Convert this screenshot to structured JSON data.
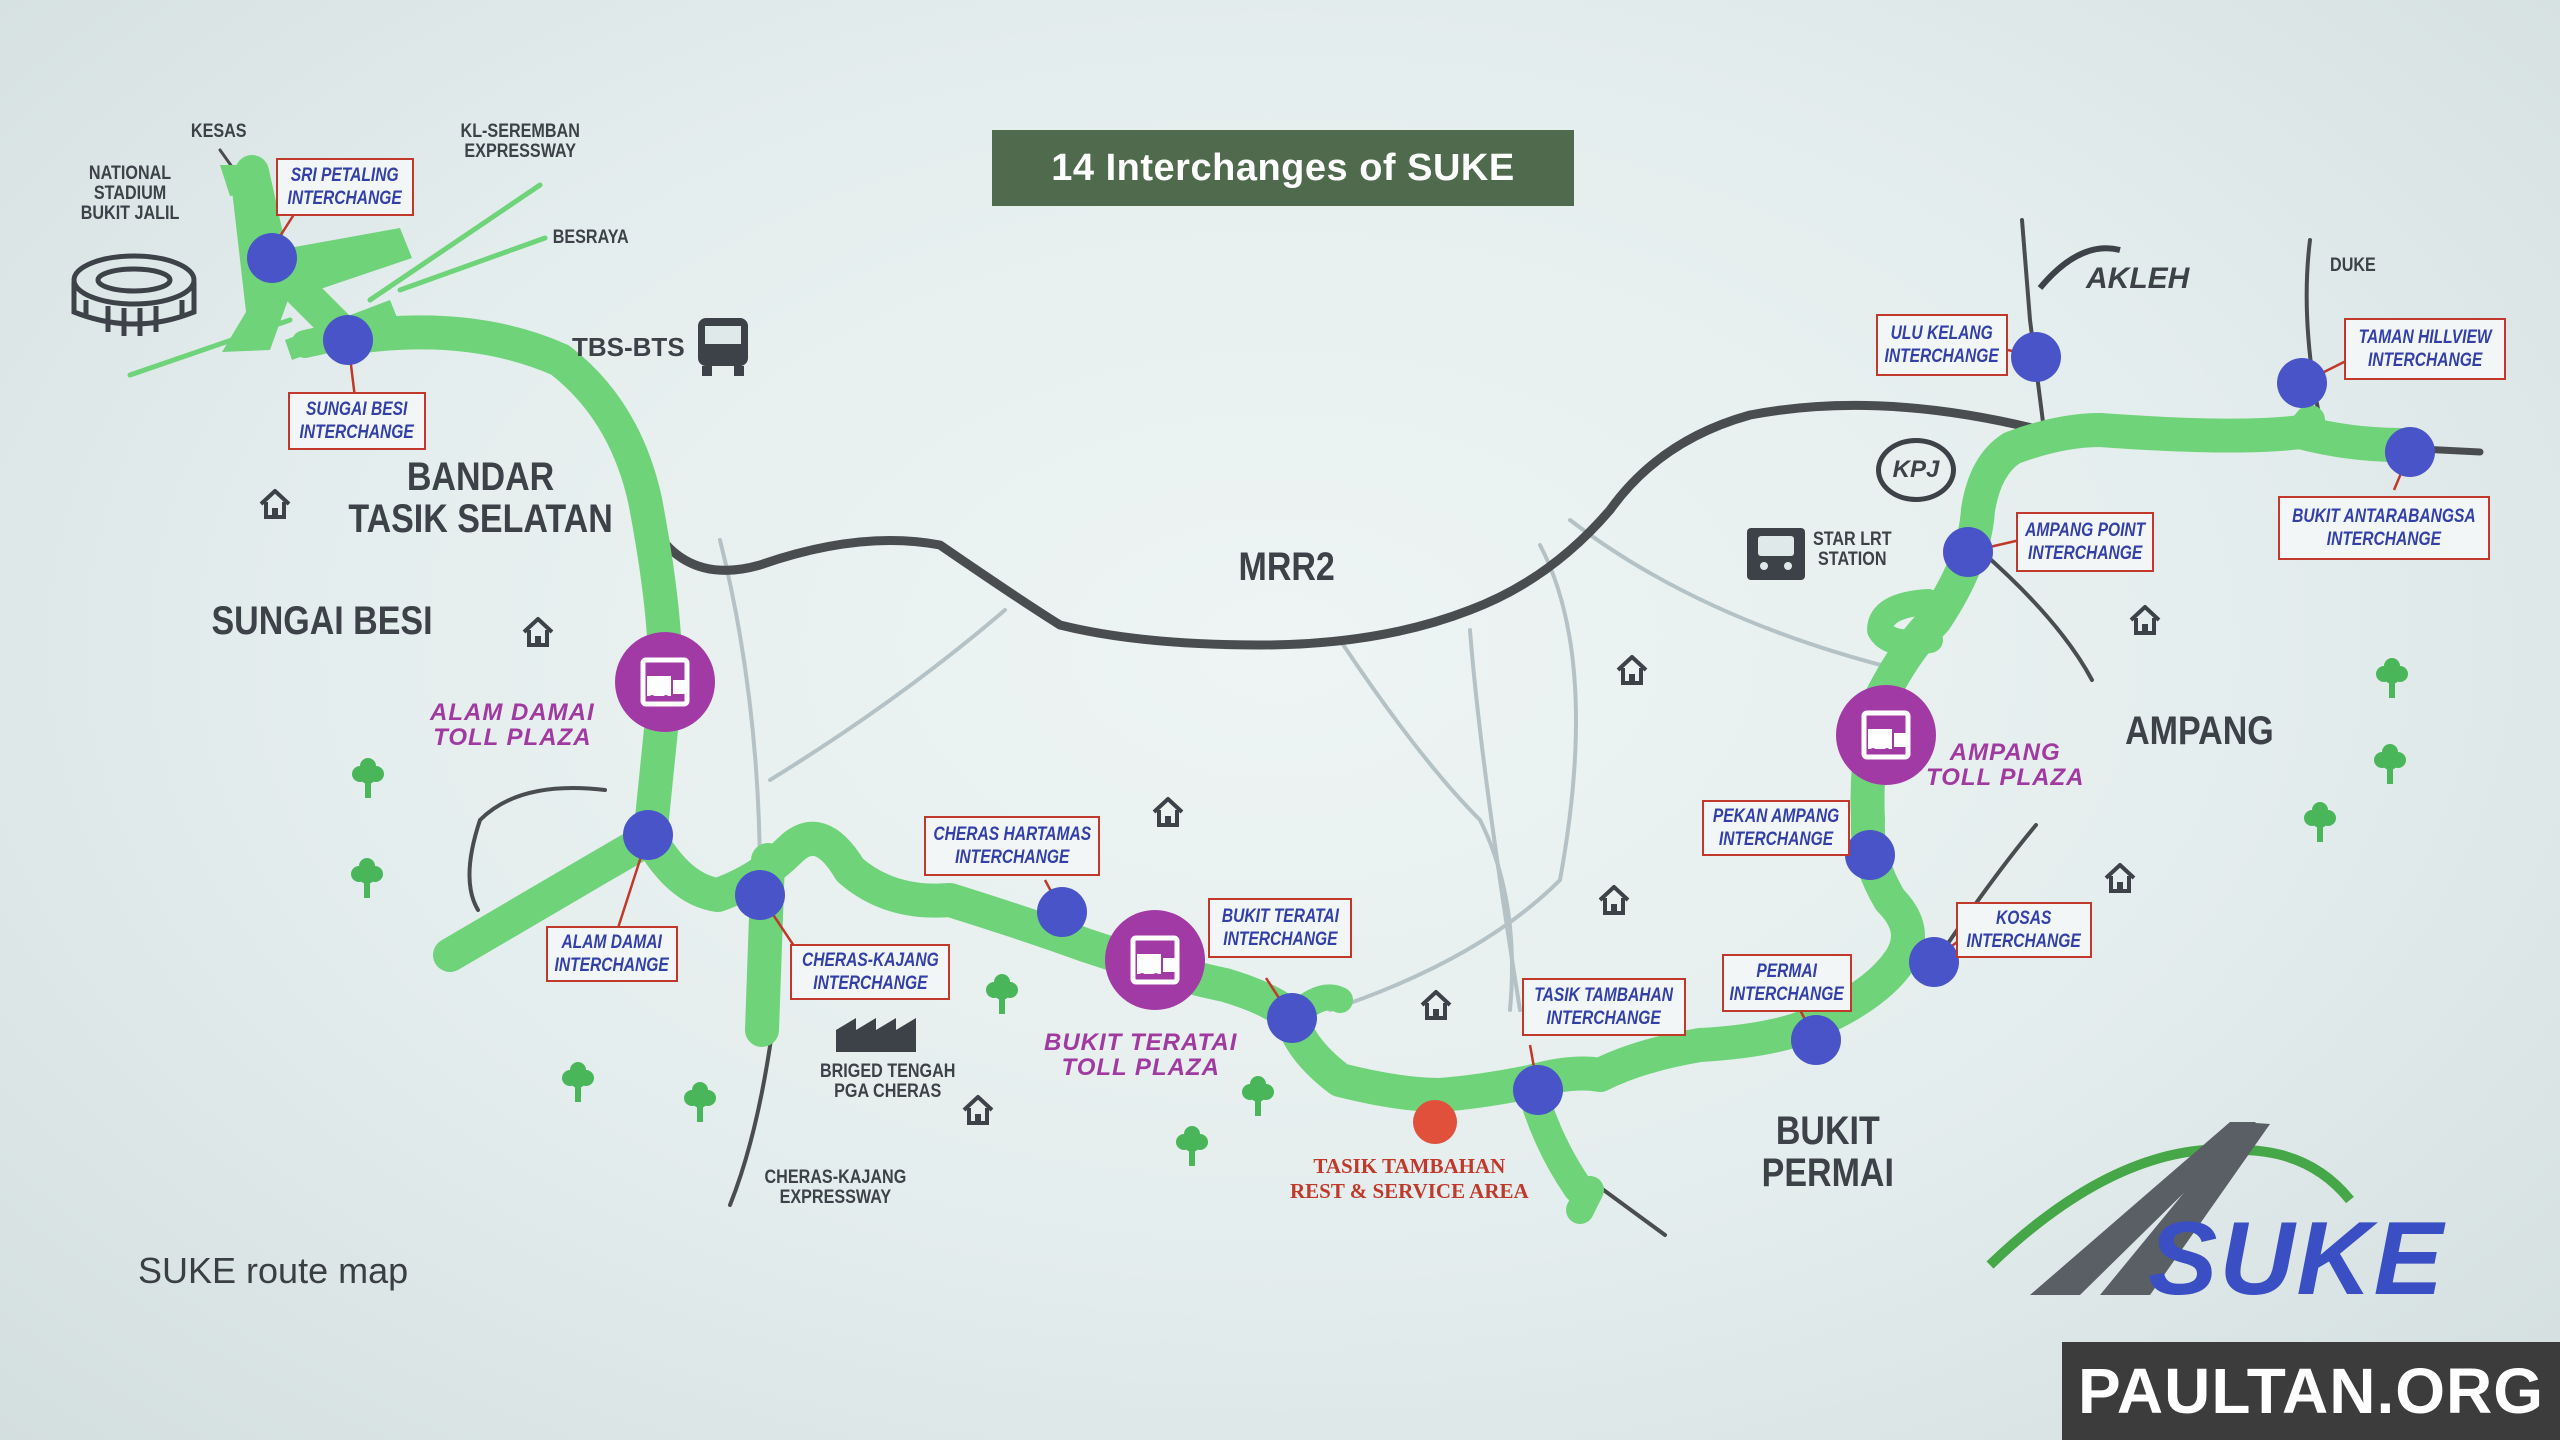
{
  "title": "14 Interchanges of SUKE",
  "caption": "SUKE route map",
  "watermark": "PAULTAN.ORG",
  "logo": {
    "text": "SUKE",
    "colors": {
      "text": "#3a4fc4",
      "arch": "#46a748",
      "road": "#5a5f66"
    }
  },
  "colors": {
    "route": "#6fd37a",
    "road": "#4a4d4f",
    "minor_road": "#b4c2c6",
    "interchange_dot": "#4954c8",
    "toll_circle": "#a23aa6",
    "label_border": "#c0392b",
    "interchange_text": "#3340a8",
    "toll_text": "#a03aa0",
    "rest_area": "#e0503a",
    "title_bg": "#4f6a4c"
  },
  "areas": {
    "bandar_tasik_selatan": "BANDAR\nTASIK SELATAN",
    "sungai_besi": "SUNGAI BESI",
    "mrr2": "MRR2",
    "ampang": "AMPANG",
    "bukit_permai": "BUKIT\nPERMAI"
  },
  "roads": {
    "kesas": "KESAS",
    "kl_seremban": "KL-SEREMBAN\nEXPRESSWAY",
    "besraya": "BESRAYA",
    "cheras_kajang": "CHERAS-KAJANG\nEXPRESSWAY",
    "duke": "DUKE",
    "akleh": "AKLEH"
  },
  "landmarks": {
    "stadium": "NATIONAL\nSTADIUM\nBUKIT JALIL",
    "tbs": "TBS-BTS",
    "star_lrt": "STAR LRT\nSTATION",
    "briged": "BRIGED TENGAH\nPGA CHERAS",
    "kpj": "KPJ"
  },
  "interchanges": [
    {
      "id": "sri-petaling",
      "label": "SRI PETALING\nINTERCHANGE"
    },
    {
      "id": "sungai-besi",
      "label": "SUNGAI BESI\nINTERCHANGE"
    },
    {
      "id": "alam-damai",
      "label": "ALAM DAMAI\nINTERCHANGE"
    },
    {
      "id": "cheras-kajang",
      "label": "CHERAS-KAJANG\nINTERCHANGE"
    },
    {
      "id": "cheras-hartamas",
      "label": "CHERAS HARTAMAS\nINTERCHANGE"
    },
    {
      "id": "bukit-teratai",
      "label": "BUKIT TERATAI\nINTERCHANGE"
    },
    {
      "id": "tasik-tambahan",
      "label": "TASIK TAMBAHAN\nINTERCHANGE"
    },
    {
      "id": "permai",
      "label": "PERMAI\nINTERCHANGE"
    },
    {
      "id": "kosas",
      "label": "KOSAS\nINTERCHANGE"
    },
    {
      "id": "pekan-ampang",
      "label": "PEKAN AMPANG\nINTERCHANGE"
    },
    {
      "id": "ampang-point",
      "label": "AMPANG POINT\nINTERCHANGE"
    },
    {
      "id": "ulu-kelang",
      "label": "ULU KELANG\nINTERCHANGE"
    },
    {
      "id": "taman-hillview",
      "label": "TAMAN HILLVIEW\nINTERCHANGE"
    },
    {
      "id": "bukit-antarabangsa",
      "label": "BUKIT ANTARABANGSA\nINTERCHANGE"
    }
  ],
  "toll_plazas": [
    {
      "id": "alam-damai",
      "label": "ALAM DAMAI\nTOLL PLAZA"
    },
    {
      "id": "bukit-teratai",
      "label": "BUKIT TERATAI\nTOLL PLAZA"
    },
    {
      "id": "ampang",
      "label": "AMPANG\nTOLL PLAZA"
    }
  ],
  "rest_area": {
    "label": "TASIK TAMBAHAN\nREST & SERVICE AREA"
  },
  "icons": [
    "stadium-icon",
    "bus-icon",
    "train-icon",
    "house-icon",
    "tree-icon",
    "factory-icon",
    "toll-booth-icon",
    "kpj-logo",
    "akleh-logo",
    "suke-logo"
  ]
}
